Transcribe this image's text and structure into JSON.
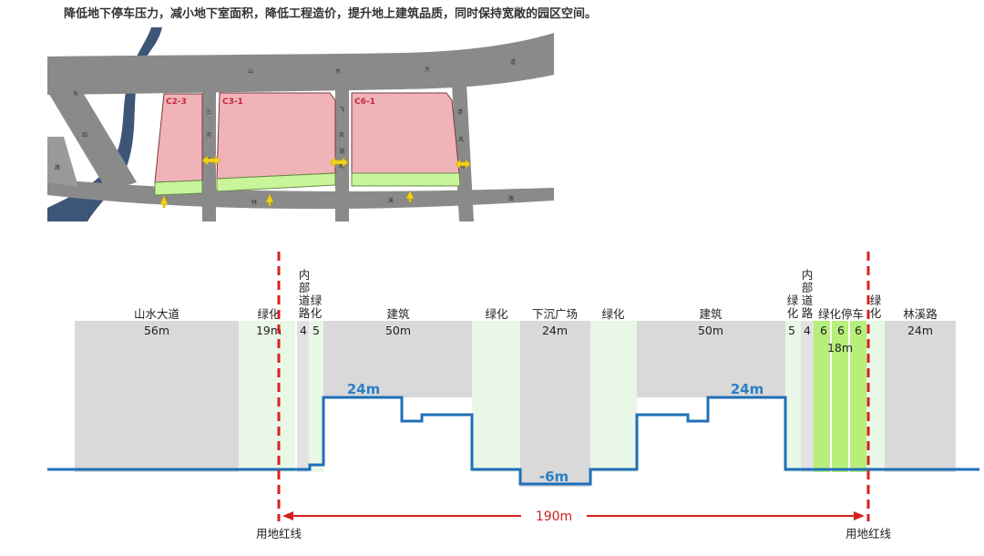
{
  "caption": "降低地下停车压力，减小地下室面积，降低工程造价，提升地上建筑品质，同时保持宽敞的园区空间。",
  "map": {
    "plots": [
      "C2-3",
      "C3-1",
      "C6-1"
    ],
    "road_chars": [
      "山",
      "水",
      "大",
      "道",
      "林",
      "溪",
      "路",
      "三",
      "河",
      "西",
      "飞",
      "凤",
      "湖",
      "路",
      "清",
      "风",
      "路",
      "东",
      "四",
      "路"
    ]
  },
  "section": {
    "zones": {
      "shanshui": {
        "name": "山水大道",
        "width": "56m"
      },
      "green1": {
        "name": "绿化",
        "width": "19m"
      },
      "inner_road_left": {
        "name": [
          "内",
          "部",
          "道",
          "路"
        ],
        "width": "4"
      },
      "green2": {
        "name": [
          "绿",
          "化"
        ],
        "width": "5"
      },
      "building1": {
        "name": "建筑",
        "width": "50m"
      },
      "green3": {
        "name": "绿化"
      },
      "plaza": {
        "name": "下沉广场",
        "width": "24m"
      },
      "green4": {
        "name": "绿化"
      },
      "building2": {
        "name": "建筑",
        "width": "50m"
      },
      "green5": {
        "name": [
          "绿",
          "化"
        ],
        "width": "5"
      },
      "inner_road_right": {
        "name": [
          "内",
          "部",
          "道",
          "路"
        ],
        "width": "4"
      },
      "parking": {
        "name": "绿化停车",
        "width_parts": [
          "6",
          "6",
          "6"
        ],
        "width": "18m"
      },
      "green6": {
        "name": [
          "绿",
          "化"
        ]
      },
      "linxi": {
        "name": "林溪路",
        "width": "24m"
      }
    },
    "heights": {
      "building1": "24m",
      "building2": "24m",
      "plaza": "-6m"
    },
    "total_width": "190m",
    "redline_left": "用地红线",
    "redline_right": "用地红线"
  },
  "colors": {
    "road_gray": "#d9d9d9",
    "green_light": "#e9f7e6",
    "green_bright": "#b6f07a",
    "profile_blue": "#1f6fb8",
    "redline": "#d82020",
    "plot_pink": "#f0b4b8"
  }
}
